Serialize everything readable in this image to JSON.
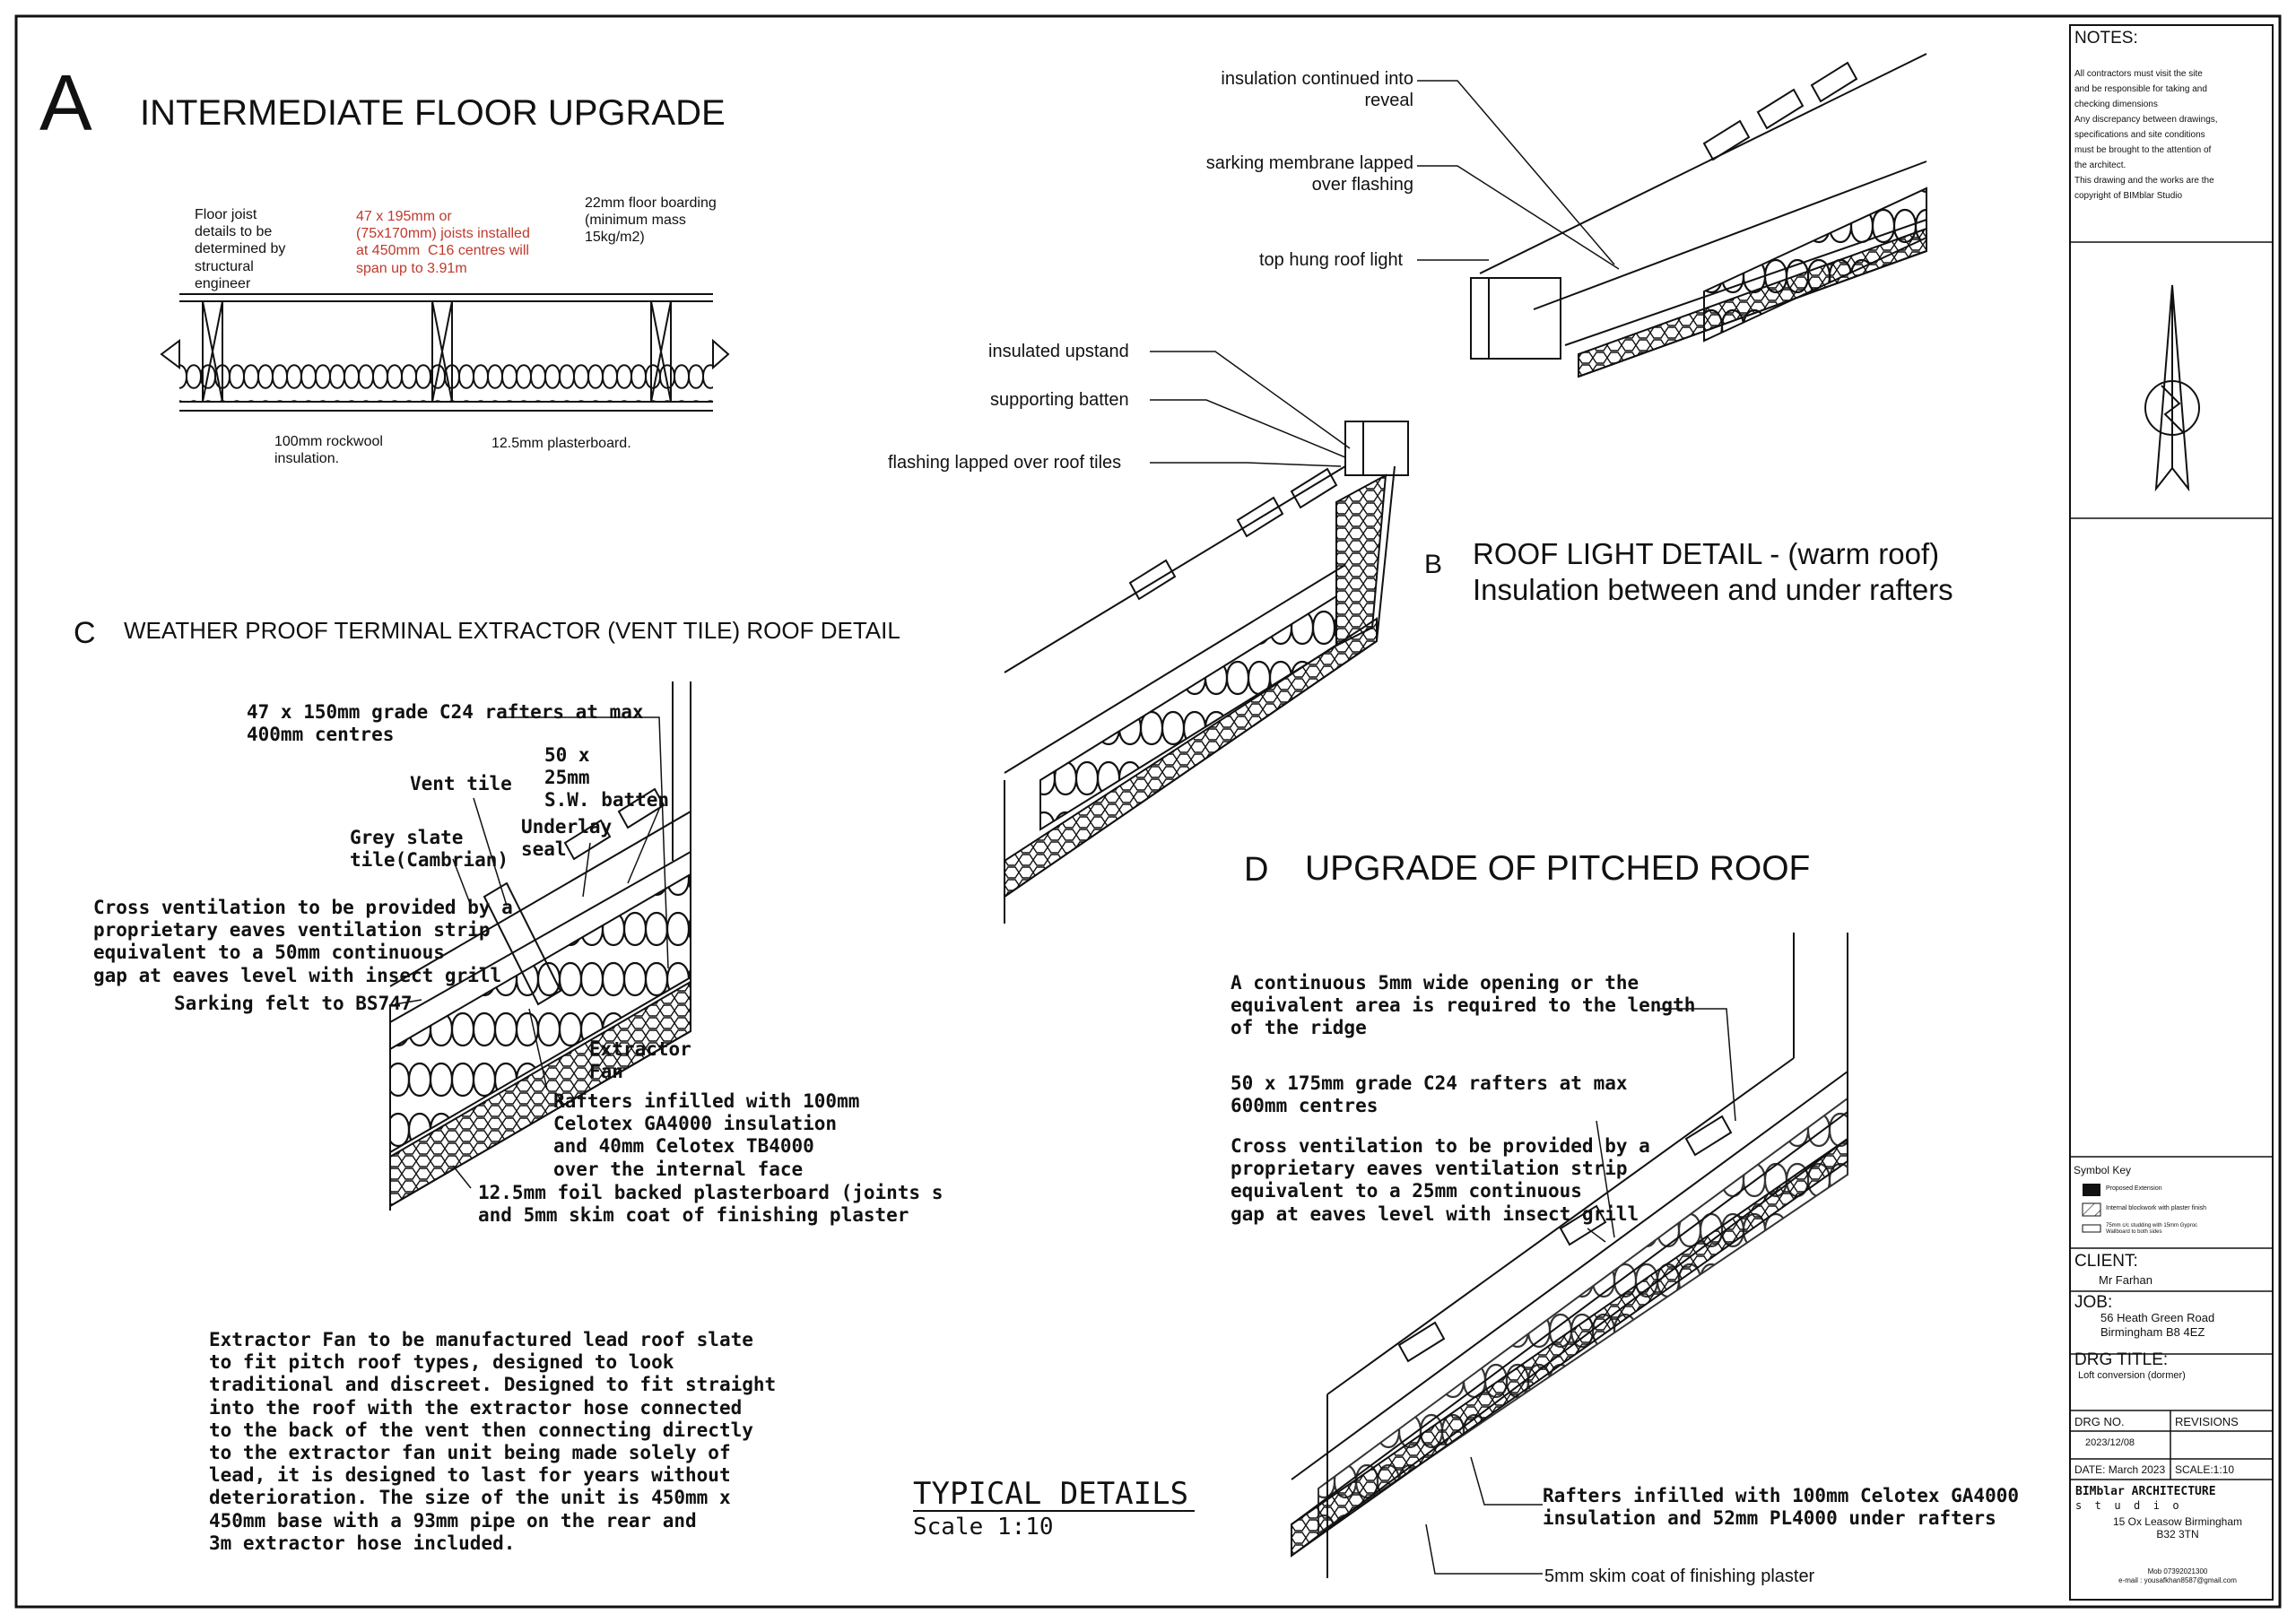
{
  "section_a": {
    "letter": "A",
    "title": "INTERMEDIATE FLOOR UPGRADE",
    "note_joist": "Floor joist\ndetails to be\ndetermined by\nstructural\nengineer",
    "note_joists_installed": "47 x 195mm or\n(75x170mm) joists installed\nat 450mm  C16 centres will\nspan up to 3.91m",
    "note_boarding": "22mm floor boarding\n(minimum mass\n15kg/m2)",
    "note_rockwool": "100mm rockwool\ninsulation.",
    "note_plasterboard": "12.5mm plasterboard."
  },
  "section_b": {
    "letter": "B",
    "title_line1": "ROOF LIGHT DETAIL - (warm roof)",
    "title_line2": "Insulation between and under rafters",
    "labels": [
      "insulation continued into\nreveal",
      "sarking membrane lapped\nover flashing",
      "top hung roof light",
      "insulated upstand",
      "supporting batten",
      "flashing lapped over roof tiles"
    ]
  },
  "section_c": {
    "letter": "C",
    "title": "WEATHER PROOF TERMINAL EXTRACTOR (VENT TILE) ROOF DETAIL",
    "rafters": "47 x 150mm grade C24 rafters at max\n400mm centres",
    "vent_tile": "Vent tile",
    "batten": "50 x\n25mm\nS.W. batten",
    "underlay": "Underlay\nseal",
    "grey_slate": "Grey slate\ntile(Cambrian)",
    "cross_vent": "Cross ventilation to be provided by a\nproprietary eaves ventilation strip\nequivalent to a 50mm continuous\ngap at eaves level with insect grill",
    "sarking": "Sarking felt to BS747",
    "fan": "Extractor\nFan",
    "infill": "Rafters infilled with 100mm\nCelotex GA4000 insulation\nand 40mm Celotex TB4000\nover the internal face",
    "foil": "12.5mm foil backed plasterboard (joints s\nand 5mm skim coat of finishing plaster",
    "description": "Extractor Fan to be manufactured lead roof slate\nto fit pitch roof types, designed to look\ntraditional and discreet. Designed to fit straight\ninto the roof with the extractor hose connected\nto the back of the vent then connecting directly\nto the extractor fan unit being made solely of\nlead, it is designed to last for years without\ndeterioration. The size of the unit is 450mm x\n450mm base with a 93mm pipe on the rear and\n3m extractor hose included."
  },
  "section_d": {
    "letter": "D",
    "title": "UPGRADE OF PITCHED ROOF",
    "opening": "A continuous 5mm wide opening or the\nequivalent area is required to the length\nof the ridge",
    "rafters": "50 x 175mm grade C24 rafters at max\n600mm centres",
    "cross_vent": "Cross ventilation to be provided by a\nproprietary eaves ventilation strip\nequivalent to a 25mm continuous\ngap at eaves level with insect grill",
    "infill": "Rafters infilled with 100mm Celotex GA4000\ninsulation and 52mm PL4000 under rafters",
    "skim": "5mm skim coat of finishing plaster"
  },
  "typical": {
    "title": "TYPICAL DETAILS",
    "scale": "Scale 1:10"
  },
  "title_block": {
    "notes_heading": "NOTES:",
    "notes_text": "All contractors must visit the site\nand be responsible for taking and\nchecking dimensions\nAny discrepancy between drawings,\nspecifications and site conditions\nmust be brought to the attention of\nthe architect.\nThis drawing and the works are the\ncopyright of BIMblar Studio",
    "symbol_key_heading": "Symbol Key",
    "symbol_key": [
      "Proposed Extension",
      "Internal blockwork with plaster finish",
      "75mm c/c studding with 15mm Gyproc\nWallboard to both sides"
    ],
    "client_label": "CLIENT:",
    "client": "Mr Farhan",
    "job_label": "JOB:",
    "job": "56 Heath Green Road\nBirmingham B8 4EZ",
    "drg_title_label": "DRG TITLE:",
    "drg_title": "Loft conversion (dormer)",
    "drg_no_label": "DRG NO.",
    "revisions_label": "REVISIONS",
    "drg_no": "2023/12/08",
    "date": "DATE: March 2023",
    "scale": "SCALE:1:10",
    "practice_name": "BIMblar ARCHITECTURE",
    "practice_studio": "s  t  u  d  i  o",
    "address": "15 Ox Leasow Birmingham\nB32 3TN",
    "contact": "Mob 07392021300\ne-mail : yousafkhan8587@gmail.com"
  },
  "colors": {
    "ink": "#111111",
    "red_note": "#c0392b"
  },
  "icons": [
    "north-arrow-icon"
  ]
}
